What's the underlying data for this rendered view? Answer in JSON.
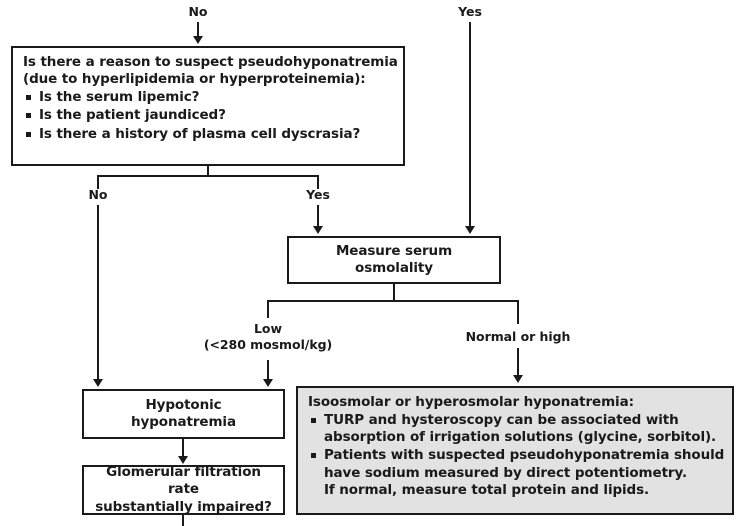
{
  "diagram": {
    "title": "Hyponatremia diagnostic algorithm (partial)",
    "nodes": {
      "pseudo_question": {
        "lead": "Is there a reason to suspect pseudohyponatremia",
        "lead2": "(due to hyperlipidemia or hyperproteinemia):",
        "bullets": [
          "Is the serum lipemic?",
          "Is the patient jaundiced?",
          "Is there a history of plasma cell dyscrasia?"
        ]
      },
      "measure_osmolality": {
        "text": "Measure serum osmolality"
      },
      "hypotonic": {
        "text": "Hypotonic hyponatremia"
      },
      "gfr": {
        "line1": "Glomerular filtration rate",
        "line2": "substantially impaired?"
      },
      "isoosmolar": {
        "lead": "Isoosmolar or hyperosmolar hyponatremia:",
        "bullets": [
          {
            "line1": "TURP and hysteroscopy can be associated with",
            "line2": "absorption of irrigation solutions (glycine, sorbitol)."
          },
          {
            "line1": "Patients with suspected pseudohyponatremia should",
            "line2": "have sodium measured by direct potentiometry.",
            "line3": "If normal, measure total protein and lipids."
          }
        ]
      }
    },
    "edge_labels": {
      "top_no": "No",
      "top_yes": "Yes",
      "pseudo_no": "No",
      "pseudo_yes": "Yes",
      "osm_low_line1": "Low",
      "osm_low_line2": "(<280 mosmol/kg)",
      "osm_normal_high": "Normal or high"
    },
    "colors": {
      "line": "#1a1a1a",
      "box_fill": "#ffffff",
      "shaded_fill": "#e2e2e2",
      "text": "#1a1a1a"
    }
  }
}
